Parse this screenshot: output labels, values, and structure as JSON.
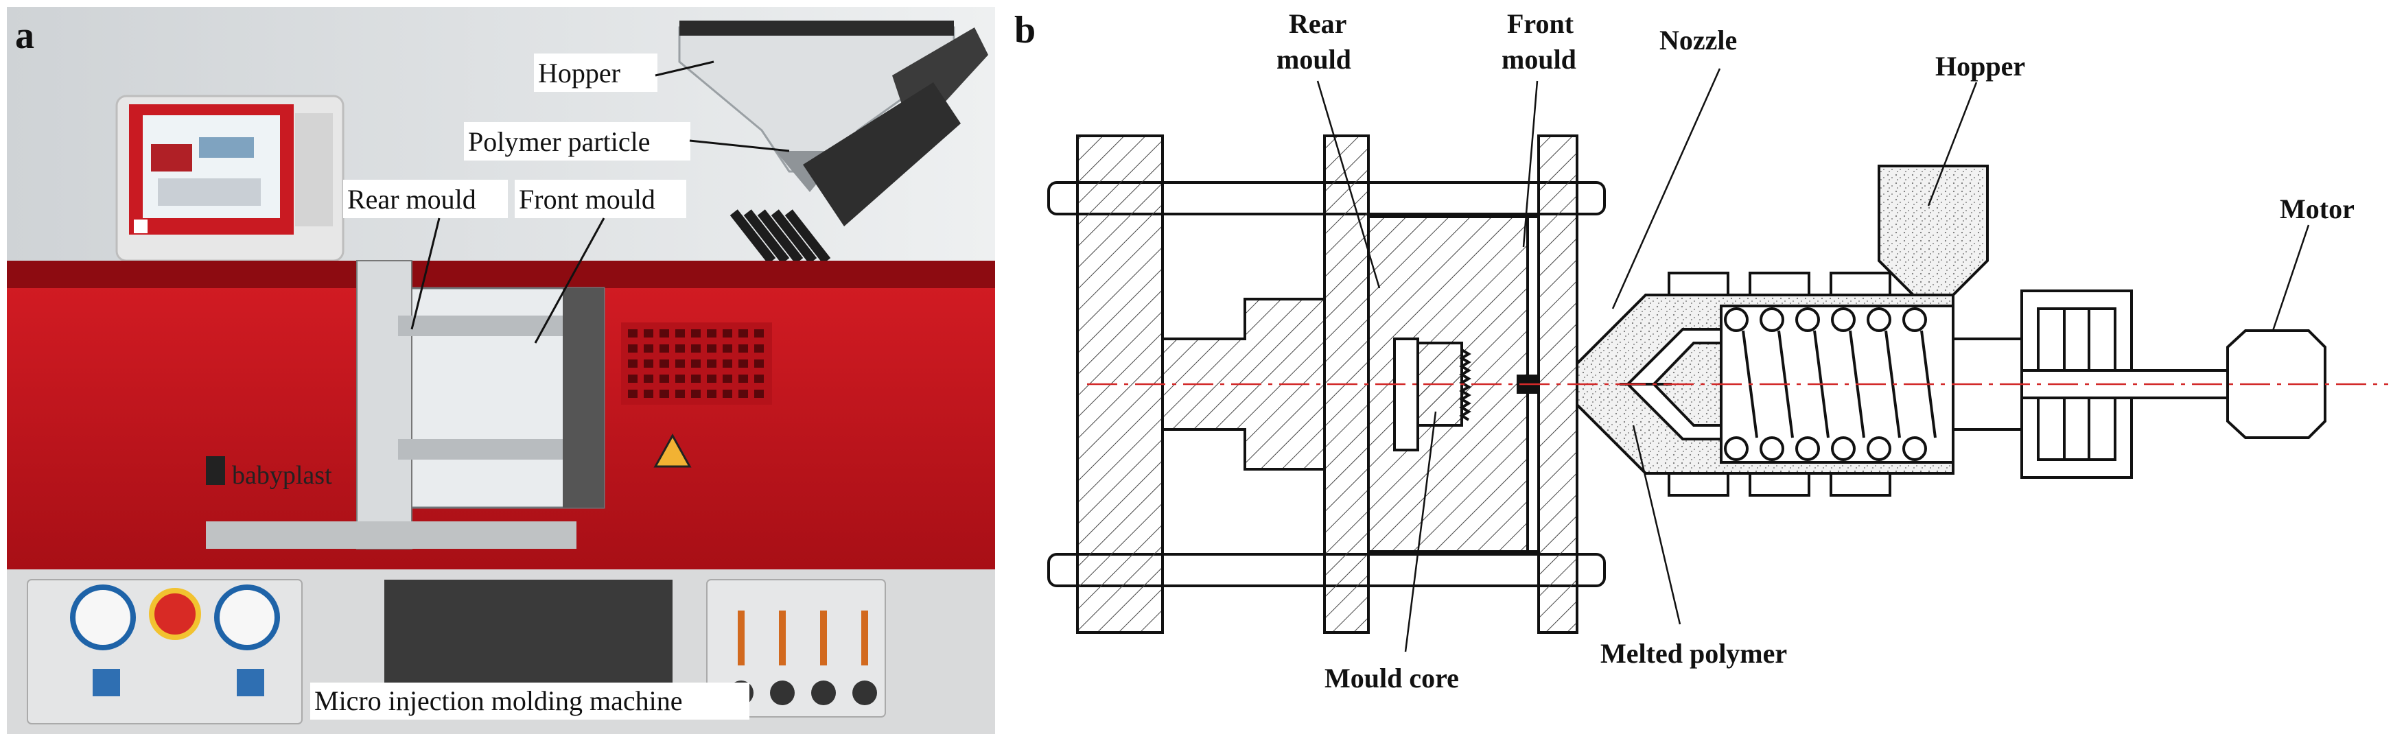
{
  "panel_a": {
    "letter": "a",
    "labels": {
      "hopper": "Hopper",
      "polymer_particle": "Polymer particle",
      "rear_mould": "Rear mould",
      "front_mould": "Front mould",
      "machine": "Micro injection molding machine"
    },
    "brand": "babyplast",
    "colors": {
      "machine_red": "#c8141c",
      "panel_grey": "#d9dadb"
    }
  },
  "panel_b": {
    "letter": "b",
    "labels": {
      "rear_mould_1": "Rear",
      "rear_mould_2": "mould",
      "front_mould_1": "Front",
      "front_mould_2": "mould",
      "nozzle": "Nozzle",
      "hopper": "Hopper",
      "motor": "Motor",
      "mould_core": "Mould core",
      "melted_polymer": "Melted polymer"
    },
    "colors": {
      "centerline": "#d22a2a",
      "line": "#111111"
    }
  }
}
